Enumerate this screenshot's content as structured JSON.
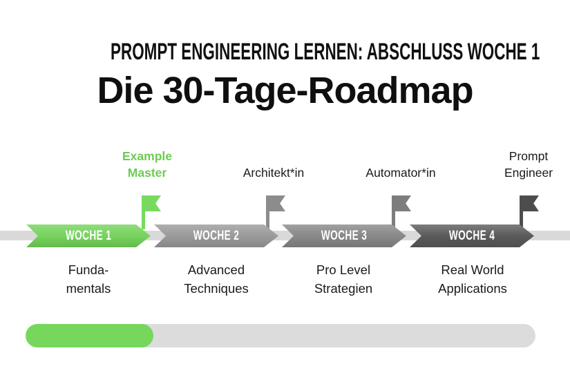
{
  "header": {
    "eyebrow": "PROMPT ENGINEERING LERNEN: ABSCHLUSS WOCHE 1",
    "title": "Die 30-Tage-Roadmap"
  },
  "timeline": {
    "baseline_color": "#D9D9D9",
    "weeks": [
      {
        "label": "WOCHE 1",
        "arrow_color": "#74D25B",
        "flag_color": "#77DA5F",
        "milestone_lines": [
          "Example",
          "Master"
        ],
        "milestone_color": "#6CCB52",
        "description_lines": [
          "Funda-",
          "mentals"
        ]
      },
      {
        "label": "WOCHE 2",
        "arrow_color": "#999999",
        "flag_color": "#8C8C8C",
        "milestone_lines": [
          "Architekt*in"
        ],
        "milestone_color": "#1A1A1A",
        "description_lines": [
          "Advanced",
          "Techniques"
        ]
      },
      {
        "label": "WOCHE 3",
        "arrow_color": "#878787",
        "flag_color": "#7D7D7D",
        "milestone_lines": [
          "Automator*in"
        ],
        "milestone_color": "#1A1A1A",
        "description_lines": [
          "Pro Level",
          "Strategien"
        ]
      },
      {
        "label": "WOCHE 4",
        "arrow_color": "#595959",
        "flag_color": "#4D4D4D",
        "milestone_lines": [
          "Prompt",
          "Engineer"
        ],
        "milestone_color": "#1A1A1A",
        "description_lines": [
          "Real World",
          "Applications"
        ]
      }
    ]
  },
  "progress_bar": {
    "percent_complete": 25,
    "fill_width": "25%",
    "track_color": "#DCDCDC",
    "fill_color": "#76D75C"
  }
}
